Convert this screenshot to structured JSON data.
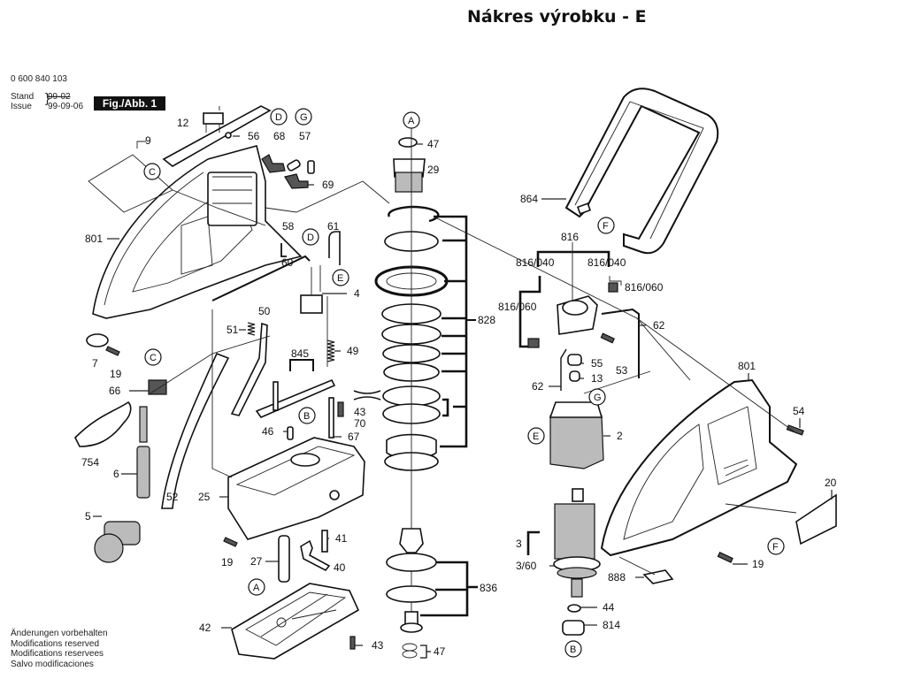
{
  "page": {
    "title": "Nákres výrobku - E",
    "part_number": "0 600 840 103",
    "stand_label": "Stand",
    "issue_label": "Issue",
    "stand_value": "99-02",
    "issue_value": "99-09-06",
    "figure_label": "Fig./Abb. 1"
  },
  "footer": {
    "lines": [
      "Änderungen vorbehalten",
      "Modifications reserved",
      "Modifications reservees",
      "Salvo modificaciones"
    ]
  },
  "diagram": {
    "type": "exploded-parts-view",
    "reference_circles": [
      "A",
      "B",
      "C",
      "D",
      "E",
      "F",
      "G"
    ],
    "part_labels": {
      "p9": "9",
      "p12": "12",
      "p56": "56",
      "p68": "68",
      "p57": "57",
      "p69": "69",
      "p801_left": "801",
      "p58": "58",
      "p61": "61",
      "p60": "60",
      "p4": "4",
      "p50": "50",
      "p51": "51",
      "p7": "7",
      "p19_a": "19",
      "p66": "66",
      "p754": "754",
      "p6": "6",
      "p5": "5",
      "p52": "52",
      "p845": "845",
      "p49": "49",
      "p43_a": "43",
      "p70": "70",
      "p46": "46",
      "p67": "67",
      "p25": "25",
      "p19_b": "19",
      "p41": "41",
      "p27": "27",
      "p40": "40",
      "p42": "42",
      "p43_b": "43",
      "p47_a": "47",
      "p29": "29",
      "p828": "828",
      "p836": "836",
      "p47_b": "47",
      "p864": "864",
      "p816": "816",
      "p816_040_l": "816/040",
      "p816_040_r": "816/040",
      "p816_060_r": "816/060",
      "p816_060_l": "816/060",
      "p62_a": "62",
      "p55": "55",
      "p13": "13",
      "p53": "53",
      "p62_b": "62",
      "p2": "2",
      "p3": "3",
      "p3_60": "3/60",
      "p44": "44",
      "p814": "814",
      "p888": "888",
      "p801_right": "801",
      "p54": "54",
      "p20": "20",
      "p19_c": "19"
    },
    "refs": {
      "r_d1": "D",
      "r_g1": "G",
      "r_c1": "C",
      "r_d2": "D",
      "r_e1": "E",
      "r_c2": "C",
      "r_b1": "B",
      "r_a1": "A",
      "r_a2": "A",
      "r_f1": "F",
      "r_g2": "G",
      "r_e2": "E",
      "r_b2": "B",
      "r_f2": "F"
    }
  }
}
